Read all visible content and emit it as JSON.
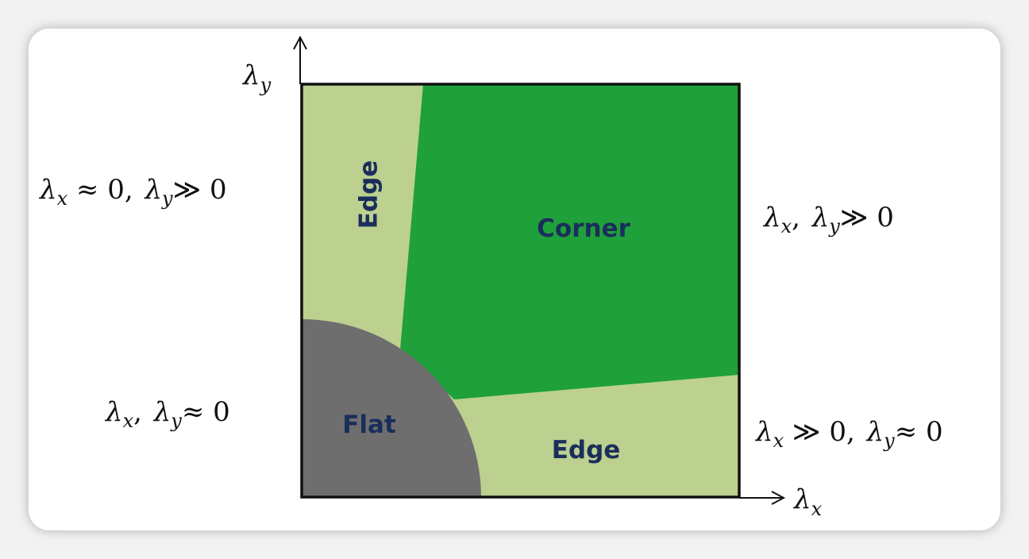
{
  "colors": {
    "edge_region": "#bcd08f",
    "corner_region": "#1fa03a",
    "flat_region": "#6e6e6e",
    "label_text": "#1a2e5c",
    "frame": "#111111"
  },
  "axes": {
    "x_label": {
      "sym": "λ",
      "sub": "x"
    },
    "y_label": {
      "sym": "λ",
      "sub": "y"
    }
  },
  "regions": {
    "edge_left": "Edge",
    "corner": "Corner",
    "flat": "Flat",
    "edge_bottom": "Edge"
  },
  "annotations": {
    "left_edge": {
      "a": "λ",
      "as": "x",
      "op1": " ≈ 0, ",
      "b": "λ",
      "bs": "y",
      "op2": "≫ 0"
    },
    "corner": {
      "a": "λ",
      "as": "x",
      "op1": ", ",
      "b": "λ",
      "bs": "y",
      "op2": "≫ 0"
    },
    "flat": {
      "a": "λ",
      "as": "x",
      "op1": ", ",
      "b": "λ",
      "bs": "y",
      "op2": "≈ 0"
    },
    "bottom_edge": {
      "a": "λ",
      "as": "x",
      "op1": " ≫ 0, ",
      "b": "λ",
      "bs": "y",
      "op2": "≈ 0"
    }
  }
}
